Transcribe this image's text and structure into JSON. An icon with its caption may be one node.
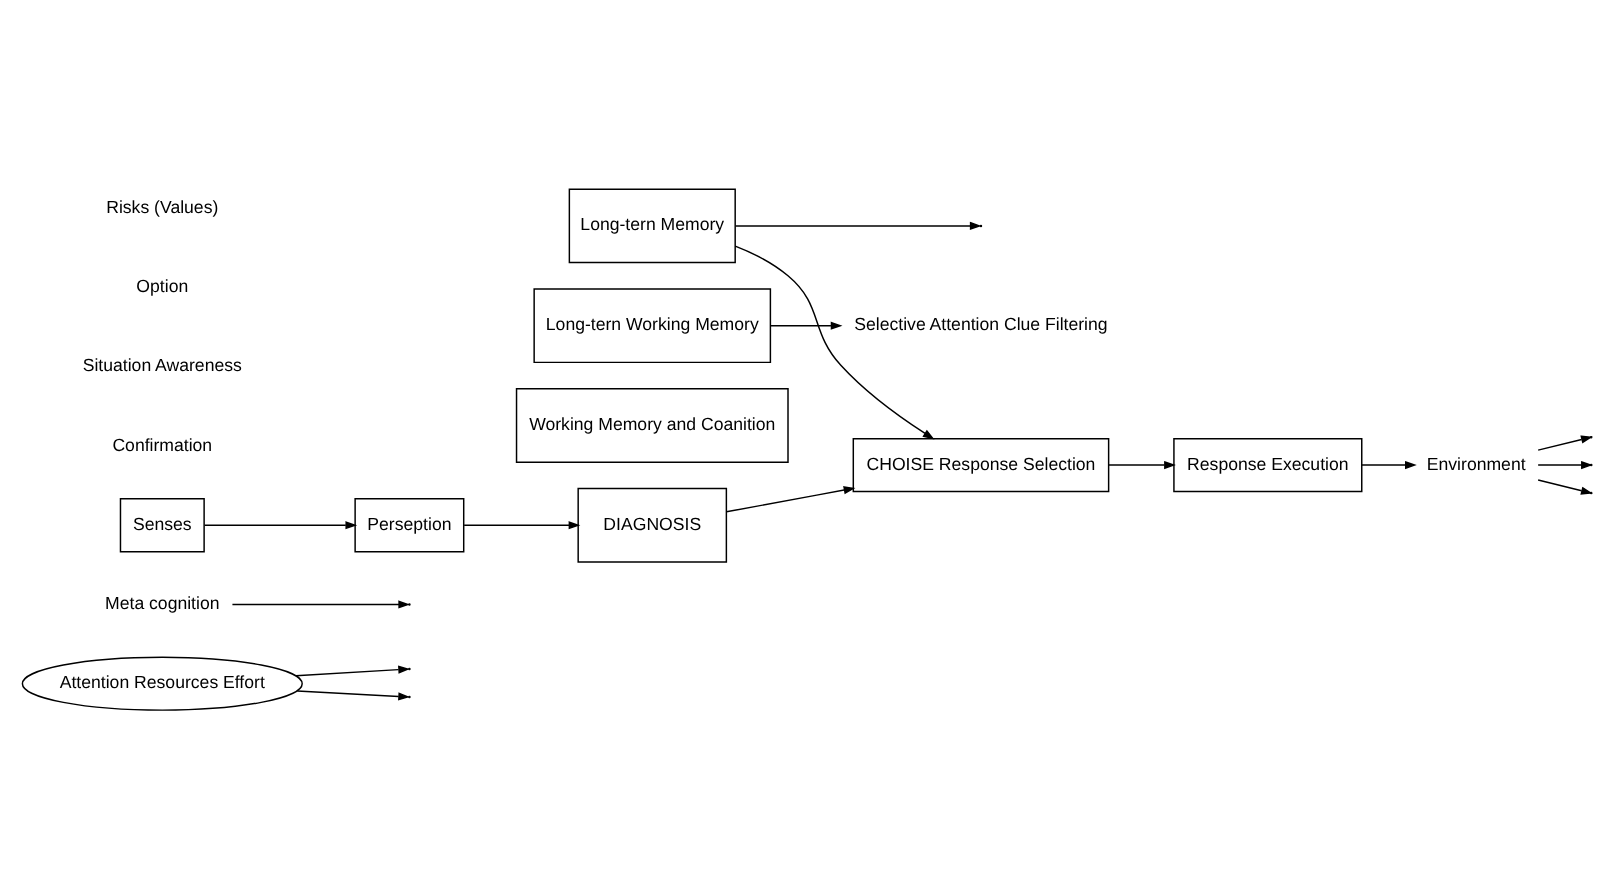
{
  "diagram": {
    "nodes": [
      {
        "text": [
          "Attention Resources Effort"
        ]
      },
      {
        "text": [
          "Meta cognition"
        ]
      },
      {
        "text": [
          "Long-tern Memory"
        ]
      },
      {
        "text": [
          "Long-tern Working Memory"
        ]
      },
      {
        "text": [
          "Working Memory and Coanition"
        ]
      },
      {
        "text": [
          "DIAGNOSIS"
        ]
      },
      {
        "text": [
          "Environment"
        ]
      },
      {
        "text": [
          "Senses"
        ]
      },
      {
        "text": [
          "Perseption"
        ]
      },
      {
        "text": [
          "CHOISE Response Selection"
        ]
      },
      {
        "text": [
          "Response Execution"
        ]
      },
      {
        "text": [
          "Selective Attention Clue Filtering"
        ]
      }
    ],
    "edges": [
      {
        "from": 0,
        "to": null,
        "arrow": "to"
      },
      {
        "from": 0,
        "to": null,
        "arrow": "to"
      },
      {
        "from": 1,
        "to": null,
        "arrow": "to"
      },
      {
        "from": 2,
        "to": null,
        "arrow": "to"
      },
      {
        "from": 3,
        "to": 11,
        "arrow": "to"
      },
      {
        "from": 2,
        "to": 9,
        "arrow": "to"
      },
      {
        "from": 6,
        "to": null,
        "arrow": "to"
      },
      {
        "from": 6,
        "to": null,
        "arrow": "to"
      },
      {
        "from": 6,
        "to": null,
        "arrow": "to"
      },
      {
        "from": 7,
        "to": 8,
        "arrow": "to"
      },
      {
        "from": 8,
        "to": 5,
        "arrow": "to"
      },
      {
        "from": 5,
        "to": 9,
        "arrow": "to"
      },
      {
        "from": 9,
        "to": 10,
        "arrow": "to"
      },
      {
        "from": 10,
        "to": 6,
        "arrow": "to"
      }
    ],
    "labels": [
      "Confirmation",
      "Situation Awareness",
      "Option",
      "Risks (Values)"
    ]
  }
}
